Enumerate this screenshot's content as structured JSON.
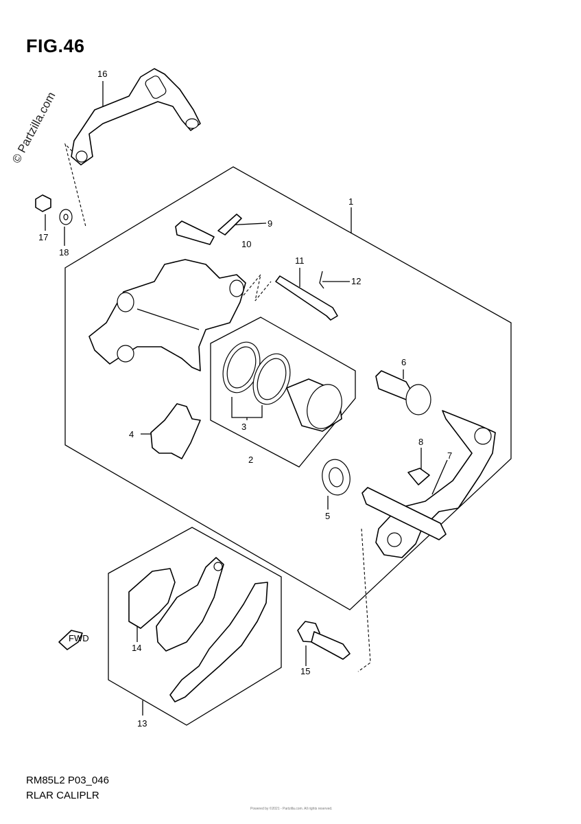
{
  "figure": {
    "title": "FIG.46",
    "watermark": "© Partzilla.com",
    "model_code": "RM85L2 P03_046",
    "section_name": "RLAR CALIPLR",
    "footer_note": "Powered by ©2021 - Partzilla.com. All rights reserved."
  },
  "callouts": [
    {
      "id": "c1",
      "label": "1"
    },
    {
      "id": "c2",
      "label": "2"
    },
    {
      "id": "c3",
      "label": "3"
    },
    {
      "id": "c4",
      "label": "4"
    },
    {
      "id": "c5",
      "label": "5"
    },
    {
      "id": "c6",
      "label": "6"
    },
    {
      "id": "c7",
      "label": "7"
    },
    {
      "id": "c8",
      "label": "8"
    },
    {
      "id": "c9",
      "label": "9"
    },
    {
      "id": "c10",
      "label": "10"
    },
    {
      "id": "c11",
      "label": "11"
    },
    {
      "id": "c12",
      "label": "12"
    },
    {
      "id": "c13",
      "label": "13"
    },
    {
      "id": "c14",
      "label": "14"
    },
    {
      "id": "c15",
      "label": "15"
    },
    {
      "id": "c16",
      "label": "16"
    },
    {
      "id": "c17",
      "label": "17"
    },
    {
      "id": "c18",
      "label": "18"
    }
  ],
  "fwd_arrow": {
    "label": "FWD"
  }
}
